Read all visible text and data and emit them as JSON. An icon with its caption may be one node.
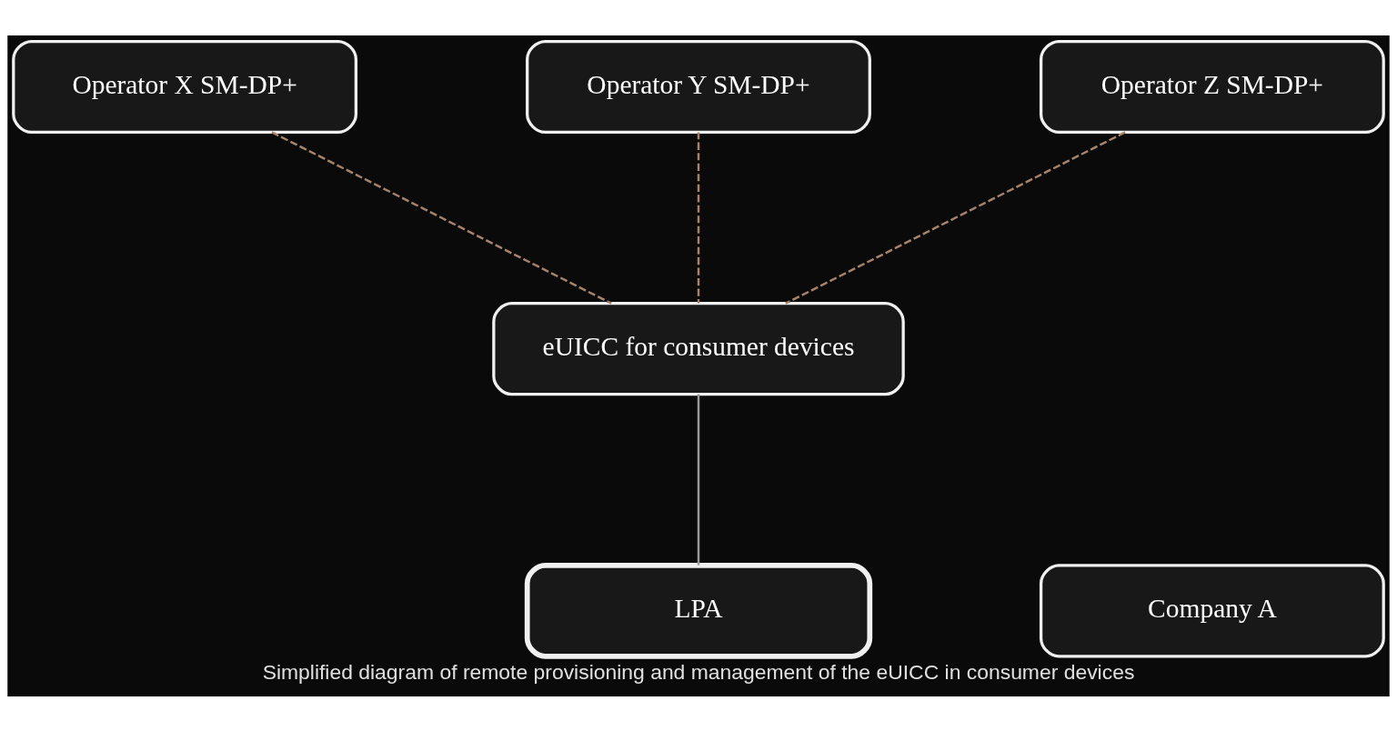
{
  "diagram": {
    "caption": "Simplified diagram of remote provisioning and management of the eUICC in consumer devices",
    "nodes": [
      {
        "text": [
          "Operator X SM-DP+"
        ]
      },
      {
        "text": [
          "Operator Y SM-DP+"
        ]
      },
      {
        "text": [
          "Operator Z SM-DP+"
        ]
      },
      {
        "text": [
          "eUICC for consumer devices"
        ]
      },
      {
        "text": [
          "Company A"
        ]
      },
      {
        "text": [
          "LPA"
        ]
      }
    ],
    "edges": [
      {
        "from": 0,
        "to": 3,
        "arrow": "none",
        "style": "dashed",
        "color": "#a8836a"
      },
      {
        "from": 1,
        "to": 3,
        "arrow": "none",
        "style": "dashed",
        "color": "#a8836a"
      },
      {
        "from": 2,
        "to": 3,
        "arrow": "none",
        "style": "dashed",
        "color": "#a8836a"
      },
      {
        "from": 3,
        "to": 5,
        "arrow": "none",
        "color": "#9a9a9a"
      }
    ]
  }
}
